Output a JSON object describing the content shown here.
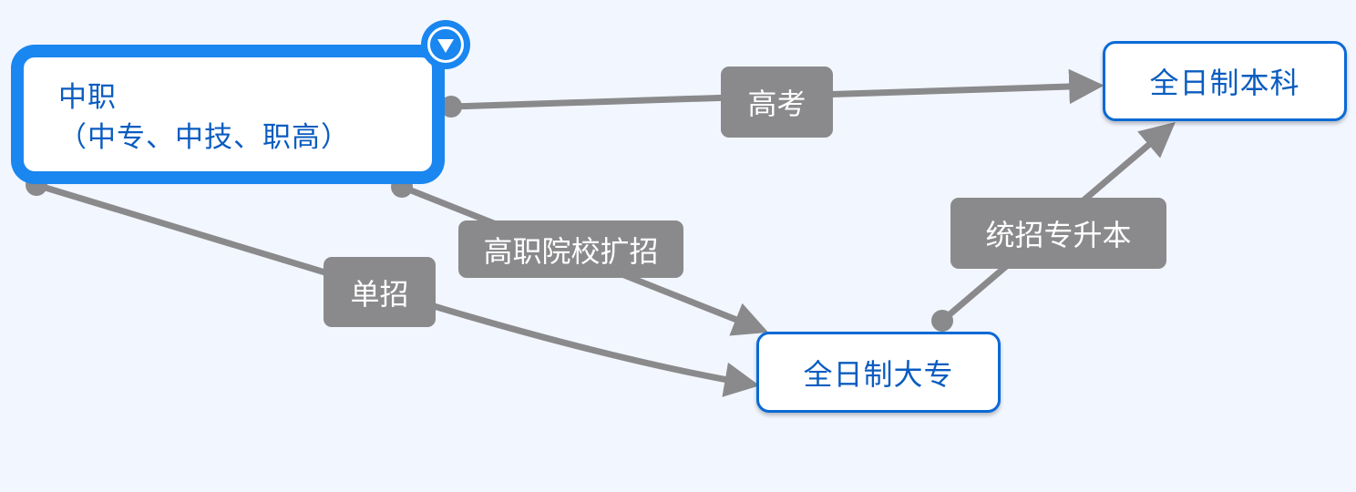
{
  "nodes": {
    "vocational": {
      "line1": "中职",
      "line2": "（中专、中技、职高）"
    },
    "bachelor": {
      "label": "全日制本科"
    },
    "college": {
      "label": "全日制大专"
    }
  },
  "edges": {
    "gaokao": "高考",
    "expansion": "高职院校扩招",
    "single_enroll": "单招",
    "upgrade": "统招专升本"
  },
  "colors": {
    "node_border": "#0a6ad6",
    "node_text": "#0a5cc0",
    "selected_border": "#1a86f0",
    "edge": "#8a8a8c",
    "background": "#f2f6ff"
  },
  "icons": {
    "toggle": "chevron-down-icon"
  }
}
